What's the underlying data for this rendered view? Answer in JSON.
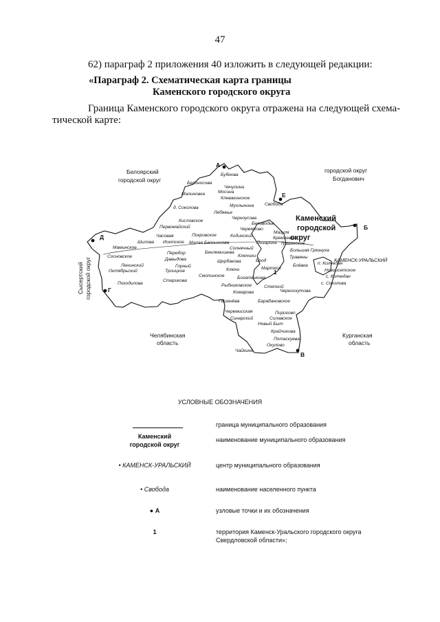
{
  "page_number": "47",
  "intro": "62) параграф 2 приложения 40 изложить в следующей редакции:",
  "paragraph_title": {
    "line1": "«Параграф 2. Схематическая карта границы",
    "line2": "Каменского городского округа"
  },
  "body_text": {
    "line1": "Граница Каменского городского округа отражена на следующей схема-",
    "line2": "тической карте:"
  },
  "map": {
    "neighbors": {
      "beloyarsky_1": "Белоярский",
      "beloyarsky_2": "городской округ",
      "bogdanovich_1": "городской округ",
      "bogdanovich_2": "Богданович",
      "sysert_1": "Сысертский",
      "sysert_2": "городской округ",
      "chelyabinsk_1": "Челябинская",
      "chelyabinsk_2": "область",
      "kurgan_1": "Курганская",
      "kurgan_2": "область"
    },
    "municipality_1": "Каменский",
    "municipality_2": "городской",
    "municipality_3": "округ",
    "center": "КАМЕНСК-УРАЛЬСКИЙ",
    "territory_marker": "1",
    "nodes": {
      "a": "А",
      "b": "Б",
      "v": "В",
      "g": "Г",
      "d": "Д",
      "e": "Е"
    },
    "settlements": {
      "bubnova": "Бубнова",
      "belonosova_n": "Белоносова",
      "chechulina": "Чечулина",
      "malinovka": "Малиновка",
      "mosina": "Мосина",
      "klevakinskoe": "Клевакинское",
      "mukhlynina": "Мухлынина",
      "svoboda": "Свобода",
      "sokolova_d": "д. Соколова",
      "lebyazhye": "Лебяжье",
      "chernousova": "Черноусова",
      "kislovskoe": "Кисловское",
      "belovodye": "Беловодье",
      "pervomaysky": "Первомайский",
      "cheremkhovo": "Черемхово",
      "chasovaya": "Часовая",
      "pokrovskoe": "Покровское",
      "kodinsky": "Кодинский",
      "mazulya": "Мазуля",
      "kremlevka": "Кремлевка",
      "shilova": "Шилова",
      "isetskoe": "Исетское",
      "malaya_belonosova": "Малая Белоносова",
      "pozarikha": "Позариха",
      "travyanskoe": "Травянское",
      "bolshaya_gryaznukha": "Большая Грязнуха",
      "maminskoe": "Маминское",
      "solnechny": "Солнечный",
      "travyany": "Травяны",
      "perebor": "Перебор",
      "beklemisheva": "Беклемишева",
      "klyuchiki": "Ключики",
      "kolchedan_p": "п. Колчедан",
      "sosnovskoe": "Сосновское",
      "davydova": "Давыдова",
      "brod": "Брод",
      "boyovka": "Боёвка",
      "shcherbakova": "Щербакова",
      "leninsky": "Ленинский",
      "gorny": "Горный",
      "martyush": "Мартюш",
      "novoisetskoe": "Новоисетское",
      "oktyabrsky": "Октябрьский",
      "troitskoe": "Троицкое",
      "klyuchi": "Ключи",
      "kolchedan_s": "с. Колчедан",
      "sokolova_s": "с. Соколова",
      "pokhodilova": "Походилова",
      "starikova": "Старикова",
      "smolinskoe": "Смолинское",
      "bogatenkova": "Богатёнкова",
      "chernokutova": "Черноскутова",
      "rybnikovskoe": "Рыбниковское",
      "stepnoy": "Степной",
      "komarova": "Комарова",
      "gashenyova": "Гашенёва",
      "barabanovskoe": "Барабановское",
      "cheremisskaya": "Черемисская",
      "pirogovo": "Пирогово",
      "sinarsky": "Синарский",
      "silavskoe": "Силавское",
      "novy_byt": "Новый Быт",
      "kraynikova": "Крайчикова",
      "potaskueva": "Потаскуева",
      "okulovo": "Окулово",
      "chaykina": "Чайкина"
    }
  },
  "legend": {
    "title": "УСЛОВНЫЕ ОБОЗНАЧЕНИЯ",
    "items": [
      {
        "symbol": "",
        "desc": "граница муниципального образования"
      },
      {
        "symbol": "Каменский",
        "symbol2": "городской округ",
        "desc": "наименование муниципального образования"
      },
      {
        "symbol": "• КАМЕНСК-УРАЛЬСКИЙ",
        "desc": "центр муниципального образования"
      },
      {
        "symbol": "• Свобода",
        "desc": "наименование населенного пункта"
      },
      {
        "symbol": "● А",
        "desc": "узловые точки и их обозначения"
      },
      {
        "symbol": "1",
        "desc": "территория Каменск-Уральского городского округа",
        "desc2": "Свердловской области»;"
      }
    ]
  }
}
